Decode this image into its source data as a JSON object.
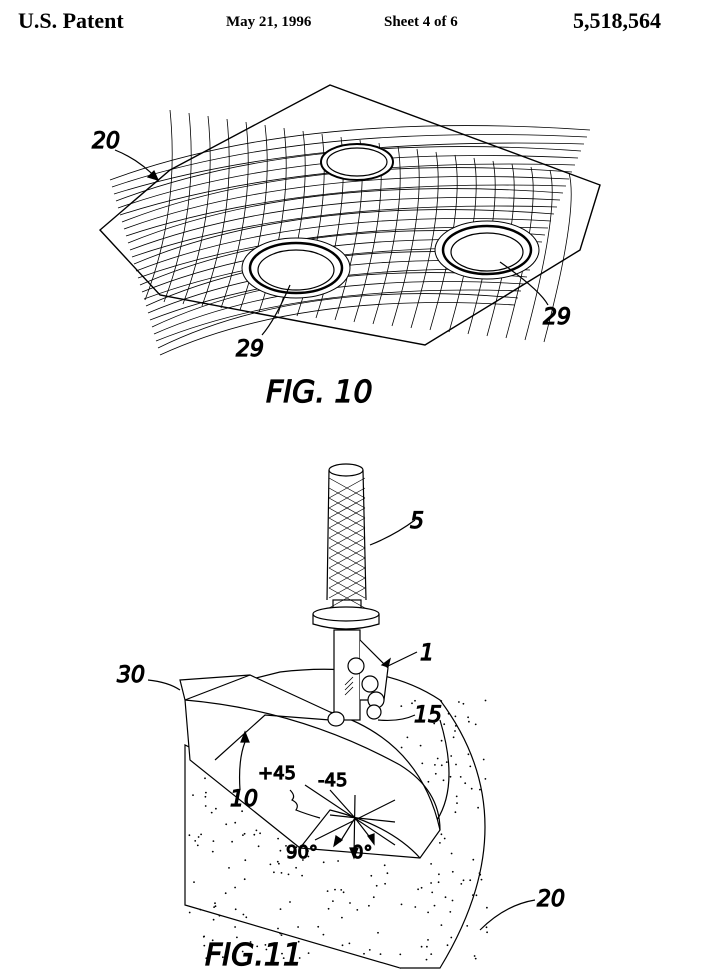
{
  "header": {
    "left": "U.S. Patent",
    "date": "May 21, 1996",
    "sheet": "Sheet 4 of 6",
    "number": "5,518,564"
  },
  "fig10": {
    "caption": "FIG. 10",
    "labels": {
      "sheet": "20",
      "hole_left": "29",
      "hole_right": "29"
    }
  },
  "fig11": {
    "caption": "FIG.11",
    "labels": {
      "handle": "5",
      "tool": "1",
      "block": "30",
      "roller": "15",
      "ply": "10",
      "mandrel": "20",
      "plus45": "+45",
      "minus45": "-45",
      "deg90": "90°",
      "deg0": "0°"
    }
  }
}
